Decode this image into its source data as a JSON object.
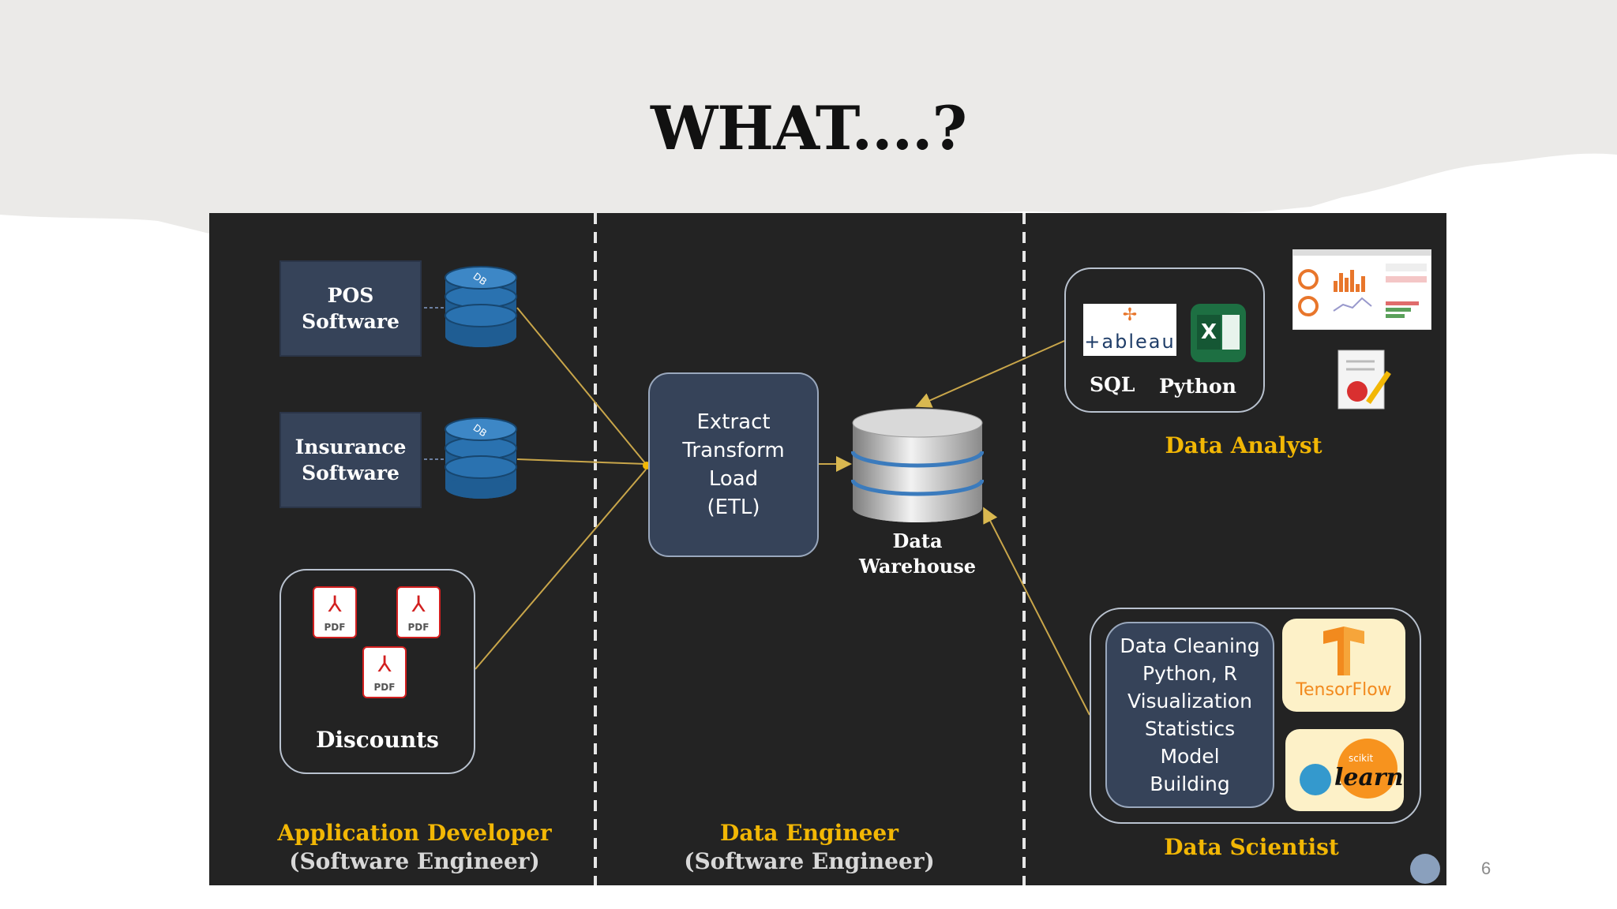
{
  "slide": {
    "title": "WHAT....?",
    "page_number": "6"
  },
  "colors": {
    "panel": "#232323",
    "accent_yellow": "#f2b705",
    "box_blue": "#364359",
    "line": "#c9a64a",
    "band": "#ebeae8"
  },
  "sources": {
    "pos": {
      "label_line1": "POS",
      "label_line2": "Software",
      "db_tag": "DB"
    },
    "insurance": {
      "label_line1": "Insurance",
      "label_line2": "Software",
      "db_tag": "DB"
    },
    "discounts": {
      "label": "Discounts",
      "file_tag": "PDF",
      "icon": "pdf-file-icon"
    }
  },
  "etl": {
    "line1": "Extract",
    "line2": "Transform",
    "line3": "Load",
    "line4": "(ETL)"
  },
  "warehouse": {
    "line1": "Data",
    "line2": "Warehouse",
    "icon": "database-cylinder-icon"
  },
  "analyst": {
    "tool_tableau": "+ableau",
    "tool_excel": "X",
    "sql": "SQL",
    "python": "Python",
    "role": "Data Analyst",
    "icons": [
      "dashboard-icon",
      "report-icon"
    ]
  },
  "scientist": {
    "skills": [
      "Data Cleaning",
      "Python, R",
      "Visualization",
      "Statistics",
      "Model",
      "Building"
    ],
    "tensorflow": "TensorFlow",
    "sklearn_small": "scikit",
    "sklearn": "learn",
    "role": "Data Scientist"
  },
  "roles": {
    "app_dev": {
      "line1": "Application Developer",
      "line2": "(Software Engineer)"
    },
    "data_eng": {
      "line1": "Data Engineer",
      "line2": "(Software Engineer)"
    }
  }
}
